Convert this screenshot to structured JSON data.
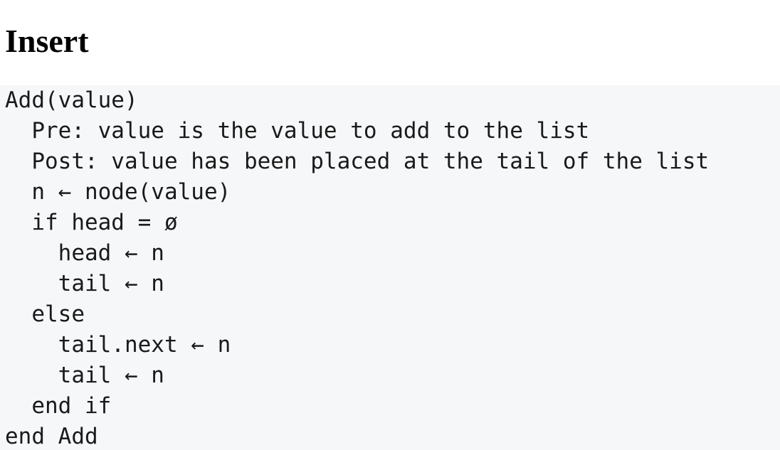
{
  "heading": "Insert",
  "code_lines": [
    "Add(value)",
    "  Pre: value is the value to add to the list",
    "  Post: value has been placed at the tail of the list",
    "  n ← node(value)",
    "  if head = ø",
    "    head ← n",
    "    tail ← n",
    "  else",
    "    tail.next ← n",
    "    tail ← n",
    "  end if",
    "end Add"
  ]
}
